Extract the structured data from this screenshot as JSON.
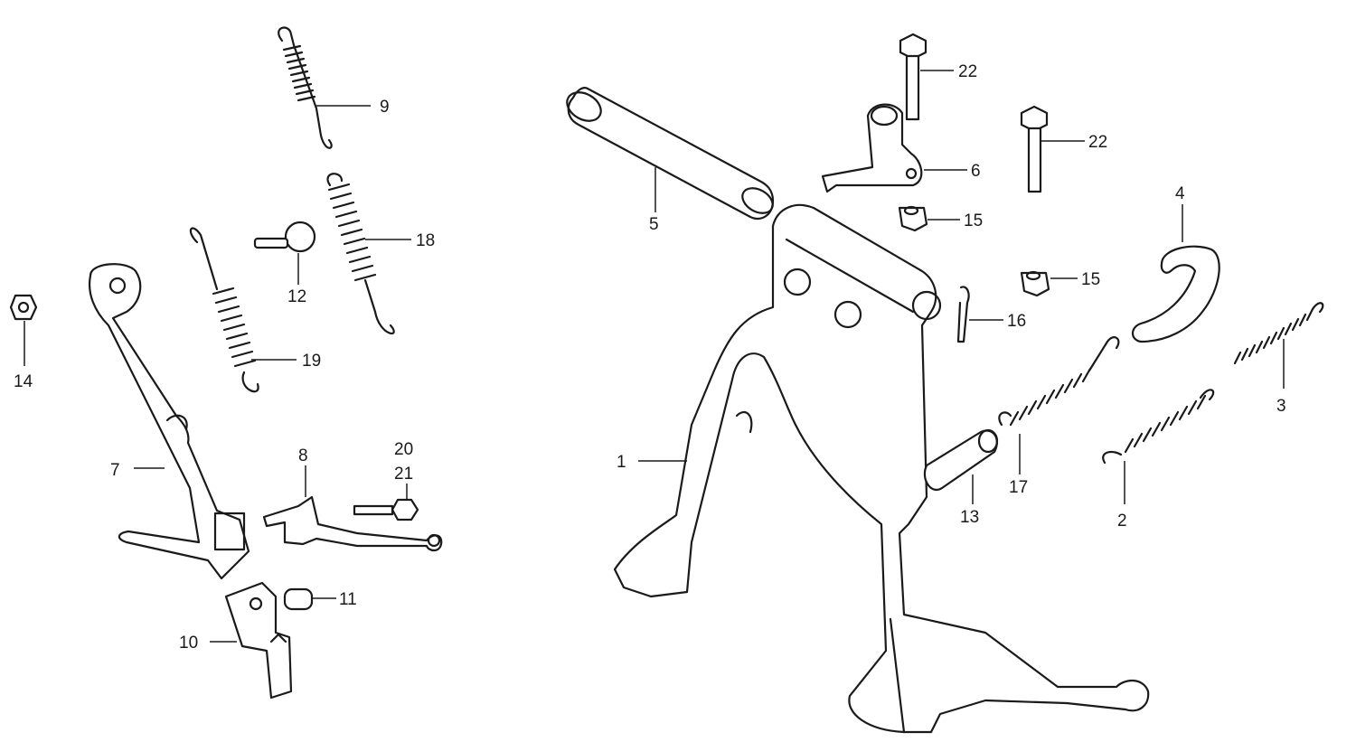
{
  "callouts": {
    "c1": "1",
    "c2": "2",
    "c3": "3",
    "c4": "4",
    "c5": "5",
    "c6": "6",
    "c7": "7",
    "c8": "8",
    "c9": "9",
    "c10": "10",
    "c11": "11",
    "c12": "12",
    "c13": "13",
    "c14": "14",
    "c15a": "15",
    "c15b": "15",
    "c16": "16",
    "c17": "17",
    "c18": "18",
    "c19": "19",
    "c20": "20",
    "c21": "21",
    "c22a": "22",
    "c22b": "22"
  }
}
